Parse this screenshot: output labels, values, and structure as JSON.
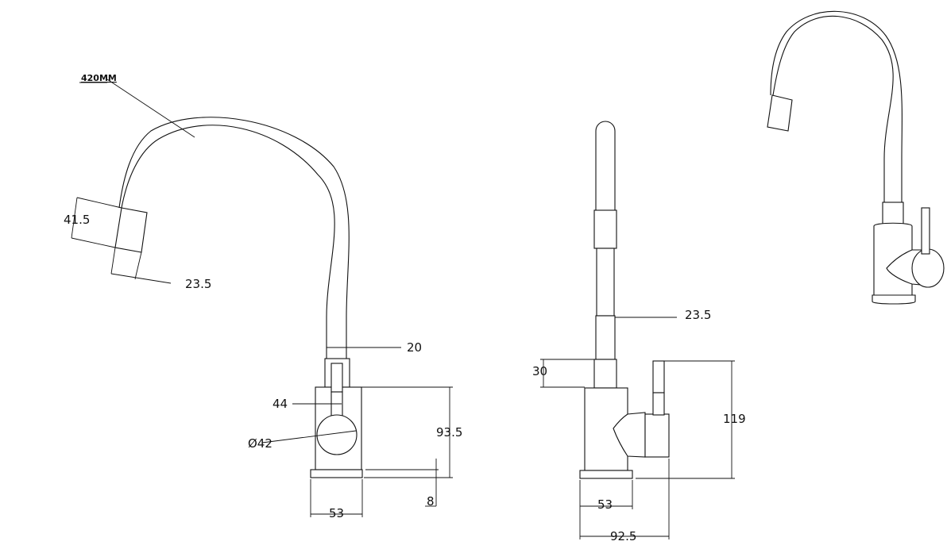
{
  "labels": {
    "spout_length": "420MM",
    "outlet_height": "41.5",
    "outlet_diameter": "23.5",
    "spout_tube": "20",
    "body_width_top": "44",
    "handle_diameter": "Ø42",
    "body_height": "93.5",
    "base_thickness": "8",
    "base_width_front": "53",
    "side_tube": "23.5",
    "side_neck": "30",
    "lever_height": "119",
    "base_width_side": "53",
    "overall_depth": "92.5"
  },
  "colors": {
    "stroke": "#111111",
    "background": "#ffffff"
  }
}
